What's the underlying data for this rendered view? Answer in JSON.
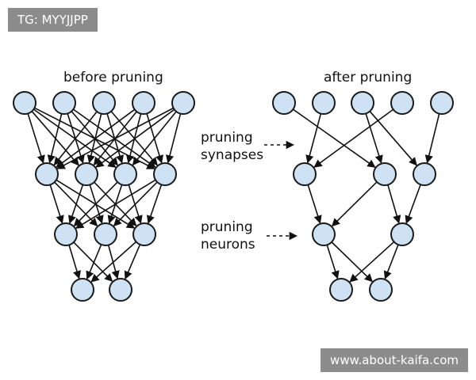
{
  "watermarks": {
    "top_left": "TG: MYYJJPP",
    "bottom_right": "www.about-kaifa.com"
  },
  "before": {
    "title": "before pruning"
  },
  "after": {
    "title": "after pruning"
  },
  "annotations": {
    "synapses_line1": "pruning",
    "synapses_line2": "synapses",
    "neurons_line1": "pruning",
    "neurons_line2": "neurons"
  },
  "colors": {
    "node_fill": "#cfe2f3",
    "node_stroke": "#1a1a1a",
    "edge": "#111111",
    "badge_bg": "#8c8c8c"
  }
}
